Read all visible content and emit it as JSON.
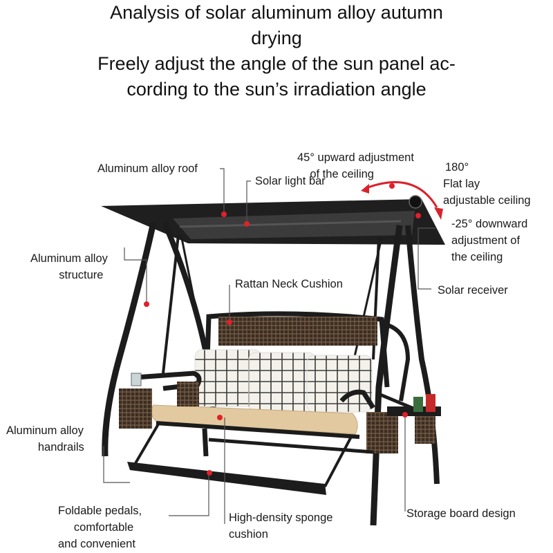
{
  "title": {
    "line1": "Analysis of solar aluminum alloy autumn\ndrying",
    "line2": "Freely adjust the angle of the sun panel ac-\ncording to the sun’s irradiation angle"
  },
  "labels": {
    "roof": "Aluminum alloy roof",
    "light_bar": "Solar light bar",
    "up_adjust": "45° upward adjustment\n    of the ceiling",
    "flat_deg": "180°",
    "flat_text": "Flat lay\nadjustable ceiling",
    "down_adjust": "-25° downward\nadjustment of\nthe ceiling",
    "structure": "Aluminum alloy\n         structure",
    "cushion_neck": "Rattan Neck Cushion",
    "receiver": "Solar receiver",
    "handrails": "Aluminum alloy\n          handrails",
    "pedals": "Foldable pedals,\n     comfortable\nand convenient",
    "sponge": "High-density sponge\ncushion",
    "storage": "Storage board design"
  },
  "colors": {
    "frame": "#1c1c1c",
    "canopy": "#2a2a2a",
    "seat": "#e2c9a0",
    "rattan": "#5a4636",
    "marker": "#e0202a",
    "arc": "#d9232b"
  }
}
